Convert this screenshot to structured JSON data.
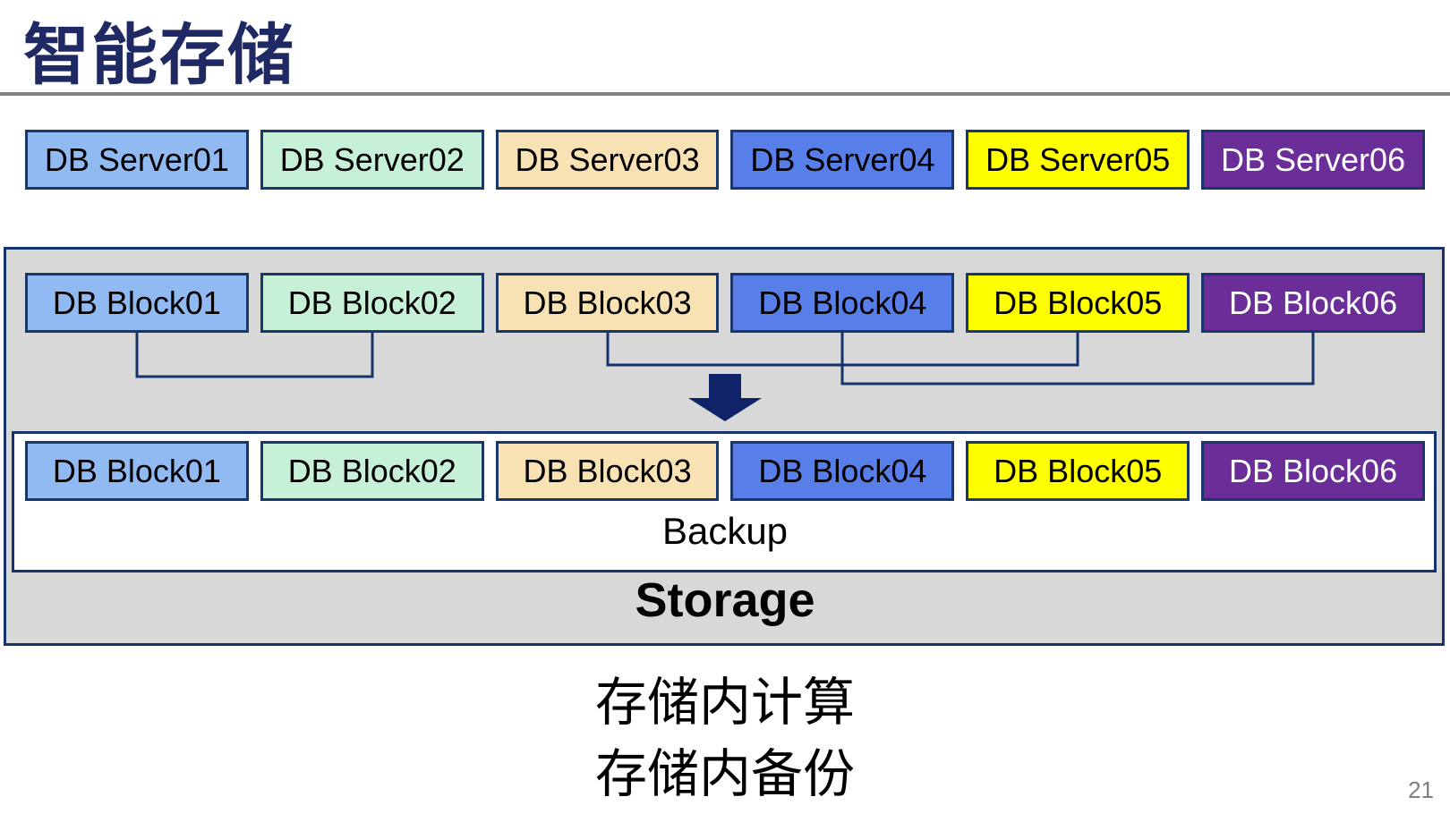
{
  "slide": {
    "title": "智能存储",
    "page_number": "21"
  },
  "colors": {
    "navy_border": "#1B3768",
    "line": "#16346B",
    "arrow": "#112368",
    "container_bg": "#D8D8D8",
    "divider_gray": "#7F7F7F",
    "title_text": "#1F2A64",
    "page_number_text": "#7F7F7F"
  },
  "server_row": [
    {
      "label": "DB Server01",
      "fill": "#92BAF2",
      "text": "#000000"
    },
    {
      "label": "DB Server02",
      "fill": "#C6F0D8",
      "text": "#000000"
    },
    {
      "label": "DB Server03",
      "fill": "#F8E2B4",
      "text": "#000000"
    },
    {
      "label": "DB Server04",
      "fill": "#587EE9",
      "text": "#000000"
    },
    {
      "label": "DB Server05",
      "fill": "#FFFF00",
      "text": "#000000"
    },
    {
      "label": "DB Server06",
      "fill": "#6B2E99",
      "text": "#FFFFFF"
    }
  ],
  "block_row_top": [
    {
      "label": "DB Block01",
      "fill": "#92BAF2",
      "text": "#000000"
    },
    {
      "label": "DB Block02",
      "fill": "#C6F0D8",
      "text": "#000000"
    },
    {
      "label": "DB Block03",
      "fill": "#F8E2B4",
      "text": "#000000"
    },
    {
      "label": "DB Block04",
      "fill": "#587EE9",
      "text": "#000000"
    },
    {
      "label": "DB Block05",
      "fill": "#FFFF00",
      "text": "#000000"
    },
    {
      "label": "DB Block06",
      "fill": "#6B2E99",
      "text": "#FFFFFF"
    }
  ],
  "block_row_bottom": [
    {
      "label": "DB Block01",
      "fill": "#92BAF2",
      "text": "#000000"
    },
    {
      "label": "DB Block02",
      "fill": "#C6F0D8",
      "text": "#000000"
    },
    {
      "label": "DB Block03",
      "fill": "#F8E2B4",
      "text": "#000000"
    },
    {
      "label": "DB Block04",
      "fill": "#587EE9",
      "text": "#000000"
    },
    {
      "label": "DB Block05",
      "fill": "#FFFF00",
      "text": "#000000"
    },
    {
      "label": "DB Block06",
      "fill": "#6B2E99",
      "text": "#FFFFFF"
    }
  ],
  "storage_box": {
    "backup_label": "Backup",
    "storage_label": "Storage"
  },
  "caption": {
    "line1": "存储内计算",
    "line2": "存储内备份"
  }
}
